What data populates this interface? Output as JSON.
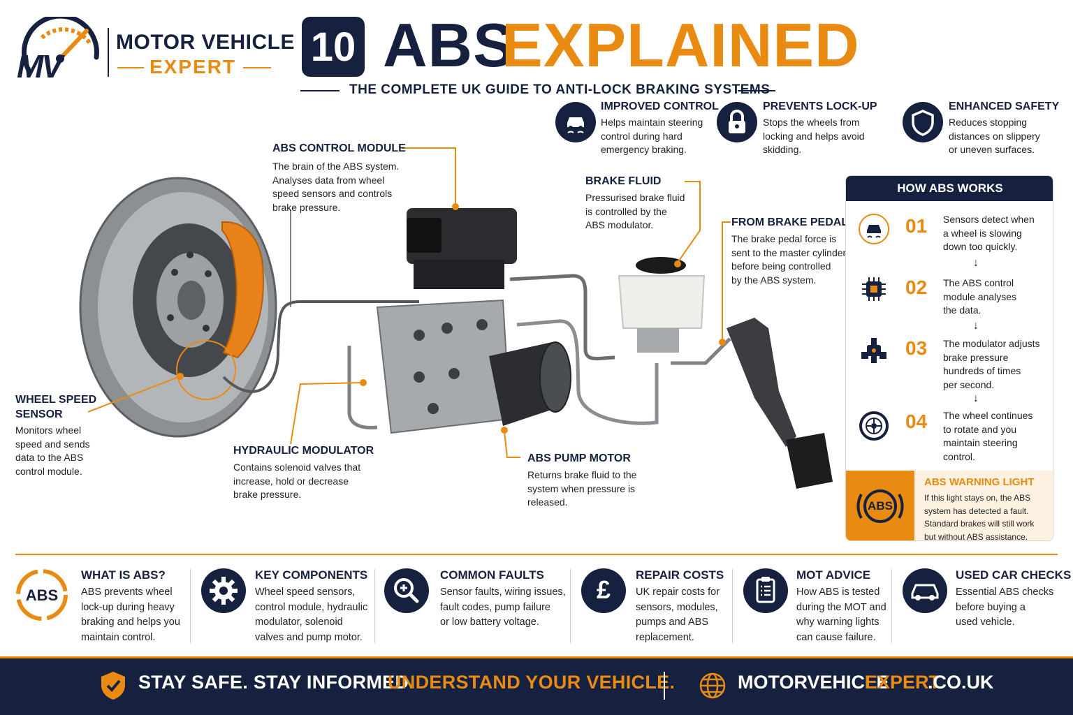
{
  "brand": {
    "logo_mark": "MV",
    "name_line1": "MOTOR VEHICLE",
    "name_line2": "EXPERT"
  },
  "header": {
    "number": "10",
    "title_part1": "ABS",
    "title_part2": "EXPLAINED",
    "subtitle": "THE COMPLETE UK GUIDE TO ANTI-LOCK BRAKING SYSTEMS"
  },
  "features": [
    {
      "icon": "car-skid-icon",
      "title": "IMPROVED CONTROL",
      "text": [
        "Helps maintain steering",
        "control during hard",
        "emergency braking."
      ]
    },
    {
      "icon": "padlock-icon",
      "title": "PREVENTS LOCK-UP",
      "text": [
        "Stops the wheels from",
        "locking and helps avoid",
        "skidding."
      ]
    },
    {
      "icon": "shield-icon",
      "title": "ENHANCED SAFETY",
      "text": [
        "Reduces stopping",
        "distances on slippery",
        "or uneven surfaces."
      ]
    }
  ],
  "callouts": {
    "control_module": {
      "title": "ABS CONTROL MODULE",
      "text": [
        "The brain of the ABS system.",
        "Analyses data from wheel",
        "speed sensors and controls",
        "brake pressure."
      ]
    },
    "brake_fluid": {
      "title": "BRAKE FLUID",
      "text": [
        "Pressurised brake fluid",
        "is controlled by the",
        "ABS modulator."
      ]
    },
    "brake_pedal": {
      "title": "FROM BRAKE PEDAL",
      "text": [
        "The brake pedal force is",
        "sent to the master cylinder",
        "before being controlled",
        "by the ABS system."
      ]
    },
    "wheel_sensor": {
      "title_line1": "WHEEL SPEED",
      "title_line2": "SENSOR",
      "text": [
        "Monitors wheel",
        "speed and sends",
        "data to the ABS",
        "control module."
      ]
    },
    "modulator": {
      "title": "HYDRAULIC MODULATOR",
      "text": [
        "Contains solenoid valves that",
        "increase, hold or decrease",
        "brake pressure."
      ]
    },
    "pump_motor": {
      "title": "ABS PUMP MOTOR",
      "text": [
        "Returns brake fluid to the",
        "system when pressure is",
        "released."
      ]
    }
  },
  "how_it_works": {
    "heading": "HOW ABS WORKS",
    "steps": [
      {
        "num": "01",
        "icon": "car-skid-icon",
        "text": [
          "Sensors detect when",
          "a wheel is slowing",
          "down too quickly."
        ]
      },
      {
        "num": "02",
        "icon": "chip-icon",
        "text": [
          "The ABS control",
          "module analyses",
          "the data."
        ]
      },
      {
        "num": "03",
        "icon": "valve-icon",
        "text": [
          "The modulator adjusts",
          "brake pressure",
          "hundreds of times",
          "per second."
        ]
      },
      {
        "num": "04",
        "icon": "wheel-icon",
        "text": [
          "The wheel continues",
          "to rotate and you",
          "maintain steering",
          "control."
        ]
      }
    ],
    "arrow": "↓",
    "warning": {
      "badge": "ABS",
      "title": "ABS WARNING LIGHT",
      "text": [
        "If this light stays on, the ABS",
        "system has detected a fault.",
        "Standard brakes will still work",
        "but without ABS assistance."
      ]
    }
  },
  "info_row": [
    {
      "icon": "abs-badge-icon",
      "badge": "ABS",
      "title": "WHAT IS ABS?",
      "text": [
        "ABS prevents wheel",
        "lock-up during heavy",
        "braking and helps you",
        "maintain control."
      ]
    },
    {
      "icon": "gear-icon",
      "title": "KEY COMPONENTS",
      "text": [
        "Wheel speed sensors,",
        "control module, hydraulic",
        "modulator, solenoid",
        "valves and pump motor."
      ]
    },
    {
      "icon": "magnifier-icon",
      "title": "COMMON FAULTS",
      "text": [
        "Sensor faults, wiring issues,",
        "fault codes, pump failure",
        "or low battery voltage."
      ]
    },
    {
      "icon": "pound-icon",
      "badge": "£",
      "title": "REPAIR COSTS",
      "text": [
        "UK repair costs for",
        "sensors, modules,",
        "pumps and ABS",
        "replacement."
      ]
    },
    {
      "icon": "clipboard-icon",
      "title": "MOT ADVICE",
      "text": [
        "How ABS is tested",
        "during the MOT and",
        "why warning lights",
        "can cause failure."
      ]
    },
    {
      "icon": "car-icon",
      "title": "USED CAR CHECKS",
      "text": [
        "Essential ABS checks",
        "before buying a",
        "used vehicle."
      ]
    }
  ],
  "footer": {
    "slogan_white": "STAY SAFE. STAY INFORMED.",
    "slogan_orange": "UNDERSTAND YOUR VEHICLE.",
    "url_part1": "MOTORVEHICLE",
    "url_part2": "EXPERT",
    "url_part3": ".CO.UK"
  },
  "colors": {
    "navy": "#16213f",
    "orange": "#e98b12",
    "panel_tint": "#fdf1e1"
  }
}
